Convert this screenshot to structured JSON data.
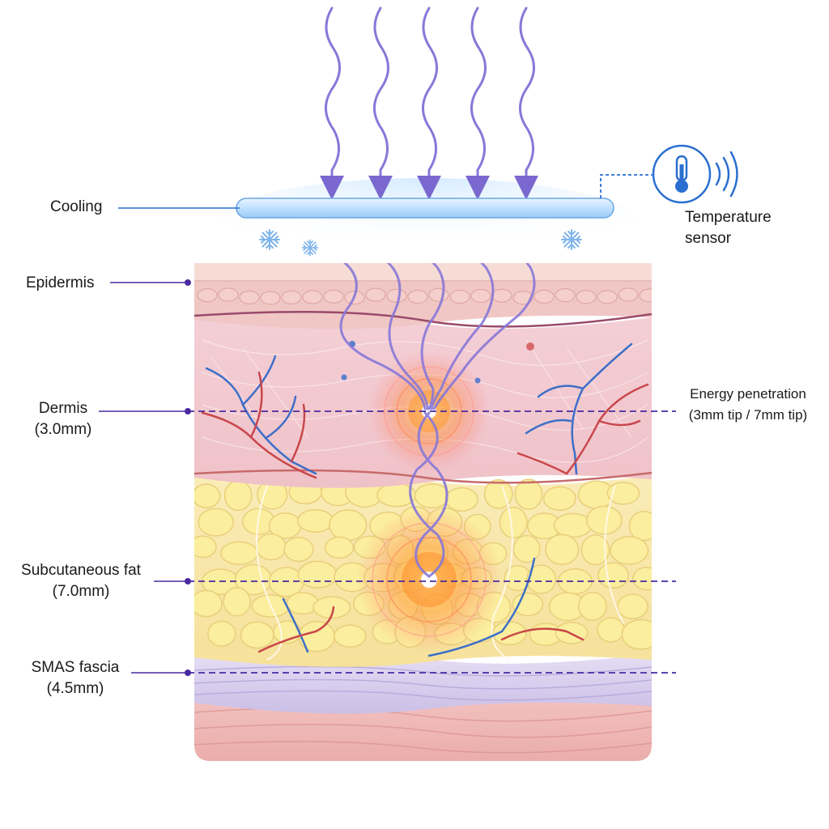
{
  "labels": {
    "cooling": "Cooling",
    "temperature_sensor": [
      "Temperature",
      "sensor"
    ],
    "epidermis": "Epidermis",
    "dermis": [
      "Dermis",
      "(3.0mm)"
    ],
    "subcutaneous_fat": [
      "Subcutaneous fat",
      "(7.0mm)"
    ],
    "smas_fascia": [
      "SMAS fascia",
      "(4.5mm)"
    ],
    "energy_penetration": [
      "Energy penetration",
      "(3mm tip / 7mm tip)"
    ]
  },
  "icons": {
    "thermometer": "thermometer-icon",
    "signal": "signal-waves-icon",
    "snowflake": "snowflake-icon"
  },
  "colors": {
    "leader_line": "#4a2aa0",
    "cooling_plate": "#bfe0ff",
    "energy_wave": "#8878d8",
    "epidermis": "#f2c8c8",
    "dermis": "#f5d3d8",
    "fat": "#f8e7a8",
    "smas": "#dcd3f0",
    "muscle": "#eeb8b8",
    "focal": "#ff8a2a",
    "artery": "#c9464a",
    "vein": "#3d6fc8"
  }
}
